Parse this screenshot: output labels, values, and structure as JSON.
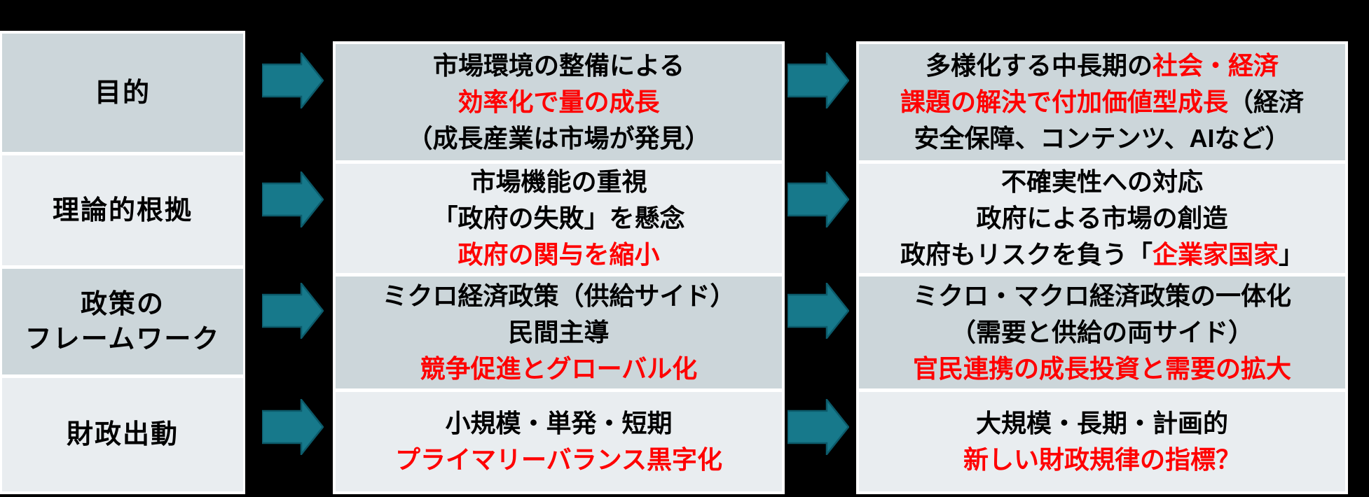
{
  "slide": {
    "description": "comparison-table-old-vs-new-economic-policy",
    "background": "#000000"
  },
  "colors": {
    "row_dark": "#ccd6da",
    "row_light": "#e9edf0",
    "red_text": "#ff0000",
    "black_text": "#000000",
    "arrow_fill": "#17798b",
    "arrow_stroke": "#0c5b6b",
    "separator": "#ffffff"
  },
  "icons": {
    "arrow": "right-arrow"
  },
  "columns": {
    "left": {
      "rows": [
        {
          "lines": [
            [
              {
                "text": "目的",
                "color": "black"
              }
            ]
          ]
        },
        {
          "lines": [
            [
              {
                "text": "理論的根拠",
                "color": "black"
              }
            ]
          ]
        },
        {
          "lines": [
            [
              {
                "text": "政策の",
                "color": "black"
              }
            ],
            [
              {
                "text": "フレームワーク",
                "color": "black"
              }
            ]
          ]
        },
        {
          "lines": [
            [
              {
                "text": "財政出動",
                "color": "black"
              }
            ]
          ]
        }
      ]
    },
    "middle": {
      "rows": [
        {
          "lines": [
            [
              {
                "text": "市場環境の整備による",
                "color": "black"
              }
            ],
            [
              {
                "text": "効率化で量の成長",
                "color": "red"
              }
            ],
            [
              {
                "text": "（成長産業は市場が発見）",
                "color": "black"
              }
            ]
          ]
        },
        {
          "lines": [
            [
              {
                "text": "市場機能の重視",
                "color": "black"
              }
            ],
            [
              {
                "text": "「政府の失敗」を懸念",
                "color": "black"
              }
            ],
            [
              {
                "text": "政府の関与を縮小",
                "color": "red"
              }
            ]
          ]
        },
        {
          "lines": [
            [
              {
                "text": "ミクロ経済政策（供給サイド）",
                "color": "black"
              }
            ],
            [
              {
                "text": "民間主導",
                "color": "black"
              }
            ],
            [
              {
                "text": "競争促進とグローバル化",
                "color": "red"
              }
            ]
          ]
        },
        {
          "lines": [
            [
              {
                "text": "小規模・単発・短期",
                "color": "black"
              }
            ],
            [
              {
                "text": "プライマリーバランス黒字化",
                "color": "red"
              }
            ]
          ]
        }
      ]
    },
    "right": {
      "rows": [
        {
          "lines": [
            [
              {
                "text": "多様化する中長期の",
                "color": "black"
              },
              {
                "text": "社会・経済",
                "color": "red"
              }
            ],
            [
              {
                "text": "課題の解決で付加価値型成長",
                "color": "red"
              },
              {
                "text": "（経済",
                "color": "black"
              }
            ],
            [
              {
                "text": "安全保障、コンテンツ、AIなど）",
                "color": "black"
              }
            ]
          ]
        },
        {
          "lines": [
            [
              {
                "text": "不確実性への対応",
                "color": "black"
              }
            ],
            [
              {
                "text": "政府による市場の創造",
                "color": "black"
              }
            ],
            [
              {
                "text": "政府もリスクを負う「",
                "color": "black"
              },
              {
                "text": "企業家国家",
                "color": "red"
              },
              {
                "text": "」",
                "color": "black"
              }
            ]
          ]
        },
        {
          "lines": [
            [
              {
                "text": "ミクロ・マクロ経済政策の一体化",
                "color": "black"
              }
            ],
            [
              {
                "text": "（需要と供給の両サイド）",
                "color": "black"
              }
            ],
            [
              {
                "text": "官民連携の成長投資と需要の拡大",
                "color": "red"
              }
            ]
          ]
        },
        {
          "lines": [
            [
              {
                "text": "大規模・長期・計画的",
                "color": "black"
              }
            ],
            [
              {
                "text": "新しい財政規律の指標？",
                "color": "red"
              }
            ]
          ]
        }
      ]
    }
  }
}
